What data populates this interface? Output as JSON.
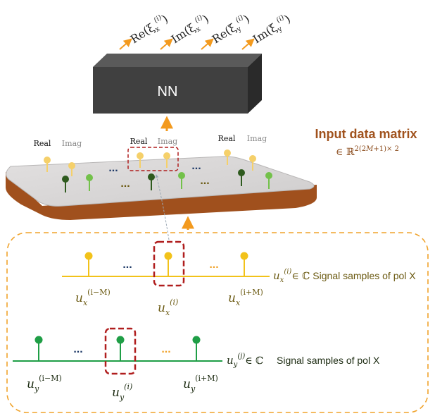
{
  "nn_box": {
    "label": "NN"
  },
  "outputs": [
    {
      "part": "Re",
      "pol": "x"
    },
    {
      "part": "Im",
      "pol": "x"
    },
    {
      "part": "Re",
      "pol": "y"
    },
    {
      "part": "Im",
      "pol": "y"
    }
  ],
  "matrix": {
    "title": "Input data matrix",
    "dimension": "∈ ℝ2(2M+1)× 2",
    "col_labels": [
      "Real",
      "Imag",
      "Real",
      "Imag",
      "Real",
      "Imag"
    ],
    "dots": "..."
  },
  "pol_x": {
    "ellipsis": "...",
    "label_left_sup": "(i−M)",
    "label_center_sup": "(i)",
    "label_right_sup": "(i+M)",
    "base": "u",
    "pol": "x",
    "desc_sup": "(i)",
    "desc_set": "∈ ℂ",
    "desc_text": "Signal samples of pol X"
  },
  "pol_y": {
    "ellipsis": "...",
    "label_left_sup": "(i−M)",
    "label_center_sup": "(i)",
    "label_right_sup": "(i+M)",
    "base": "u",
    "pol": "y",
    "desc_sup": "(j)",
    "desc_set": "∈ ℂ",
    "desc_text": "Signal samples of pol X"
  },
  "colors": {
    "nn_front": "#404040",
    "nn_top": "#5a5a5a",
    "nn_side": "#2a2a2a",
    "arrow_orange": "#f39a1e",
    "slab_top": "#d9d7d7",
    "slab_side": "#a0501d",
    "yellow_pin": "#f5d06a",
    "yellow_line": "#f2c21a",
    "green_line": "#1f9e46",
    "dark_green": "#2e5a1e",
    "light_green": "#73c14a",
    "dashed_red": "#b01e1e",
    "navy_dots": "#1f3a68",
    "olive_text": "#6b5a12",
    "title_brown": "#a0521d",
    "dashed_orange": "#f0a32c"
  }
}
